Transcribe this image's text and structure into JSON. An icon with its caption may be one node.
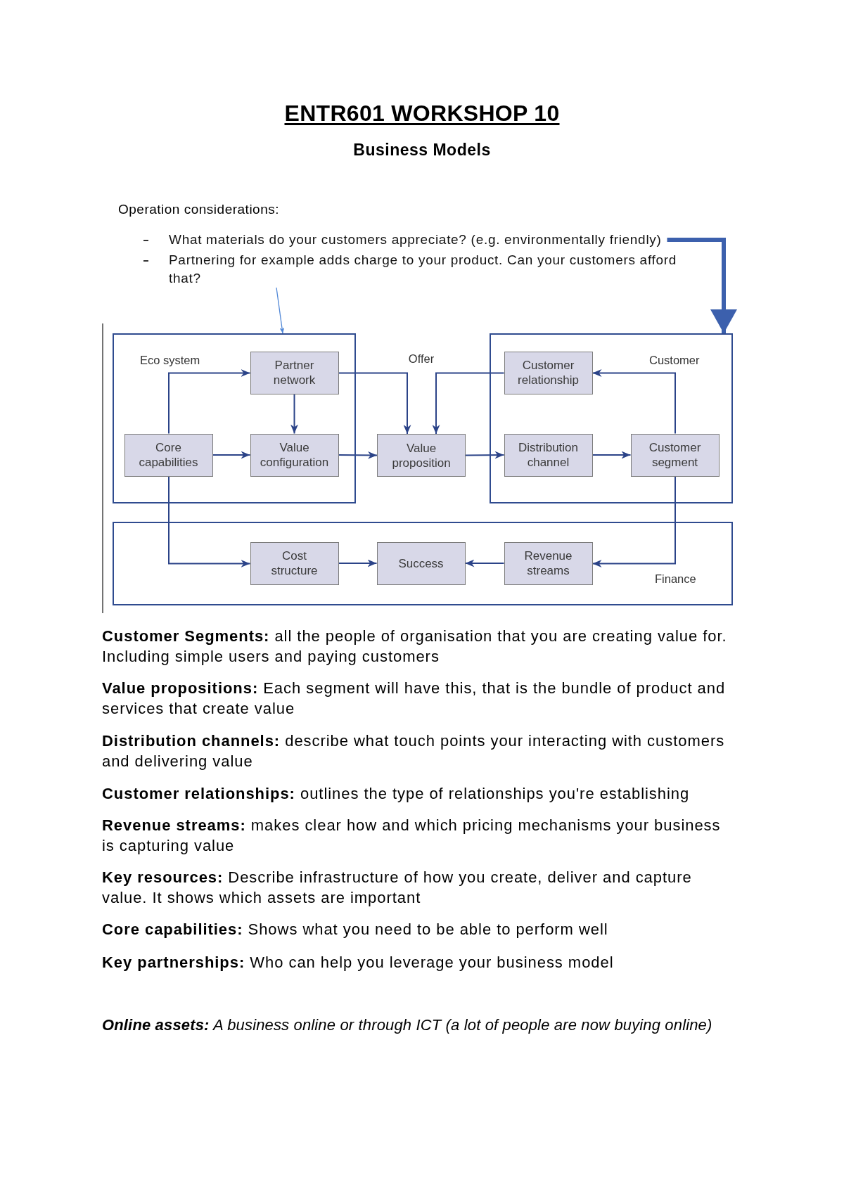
{
  "diagram": {
    "title": "ENTR601 WORKSHOP 10",
    "nodes": [
      {
        "text": [
          "What materials do your customers appreciate? (e.g. environmentally friendly)"
        ]
      },
      {
        "text": [
          "Partnering for example adds charge to your product. Can your customers afford that?"
        ]
      },
      {
        "text": [
          "Eco system"
        ]
      },
      {
        "text": [
          "Partner network"
        ],
        "in": 2
      },
      {
        "text": [
          "Core capabilities"
        ],
        "in": 2
      },
      {
        "text": [
          "Value configuration"
        ],
        "in": 2
      },
      {
        "text": [
          "Value proposition"
        ]
      },
      {
        "text": [
          "Customer"
        ]
      },
      {
        "text": [
          "Customer relationship"
        ],
        "in": 7
      },
      {
        "text": [
          "Distribution channel"
        ],
        "in": 7
      },
      {
        "text": [
          "Customer segment"
        ],
        "in": 7
      },
      {
        "text": [
          "Finance"
        ]
      },
      {
        "text": [
          "Cost structure"
        ],
        "in": 11
      },
      {
        "text": [
          "Success"
        ],
        "in": 11
      },
      {
        "text": [
          "Revenue streams"
        ],
        "in": 11
      }
    ],
    "edges": [
      {
        "from": 4,
        "to": 3,
        "arrow": "to"
      },
      {
        "from": 3,
        "to": 5,
        "arrow": "to"
      },
      {
        "from": 4,
        "to": 5,
        "arrow": "to"
      },
      {
        "from": 5,
        "to": 6,
        "arrow": "to"
      },
      {
        "from": 3,
        "to": 6,
        "arrow": "to"
      },
      {
        "from": 8,
        "to": 6,
        "arrow": "to"
      },
      {
        "from": 6,
        "to": 9,
        "arrow": "to"
      },
      {
        "from": 9,
        "to": 10,
        "arrow": "to"
      },
      {
        "from": 10,
        "to": 8,
        "arrow": "to"
      },
      {
        "from": 4,
        "to": 12,
        "arrow": "to"
      },
      {
        "from": 12,
        "to": 13,
        "arrow": "to"
      },
      {
        "from": 14,
        "to": 13,
        "arrow": "to"
      },
      {
        "from": 10,
        "to": 14,
        "arrow": "to"
      },
      {
        "from": 0,
        "to": 7,
        "arrow": "to",
        "style": "thick",
        "color": "#3c60ad"
      },
      {
        "from": 1,
        "to": 2,
        "arrow": "to",
        "color": "#4f86d6"
      }
    ],
    "labels": [
      "Business Models",
      "Operation considerations:",
      "Offer",
      "**Customer Segments:** all the people of organisation that you are creating value for. Including simple users and paying customers",
      "**Value propositions:** Each segment will have this, that is the bundle of product and services that create value",
      "**Distribution channels:** describe what touch points your interacting with customers and delivering value",
      "**Customer relationships:** outlines the type of relationships you're establishing",
      "**Revenue streams:** makes clear how and which pricing mechanisms your business is capturing value",
      "**Key resources:** Describe infrastructure of how you create, deliver and capture value. It shows which assets are important",
      "**Core capabilities:** Shows what you need to be able to perform well",
      "**Key partnerships:** Who can help you leverage your business model",
      "**Online assets:** A business online or through ICT (a lot of people are now buying online)"
    ]
  }
}
